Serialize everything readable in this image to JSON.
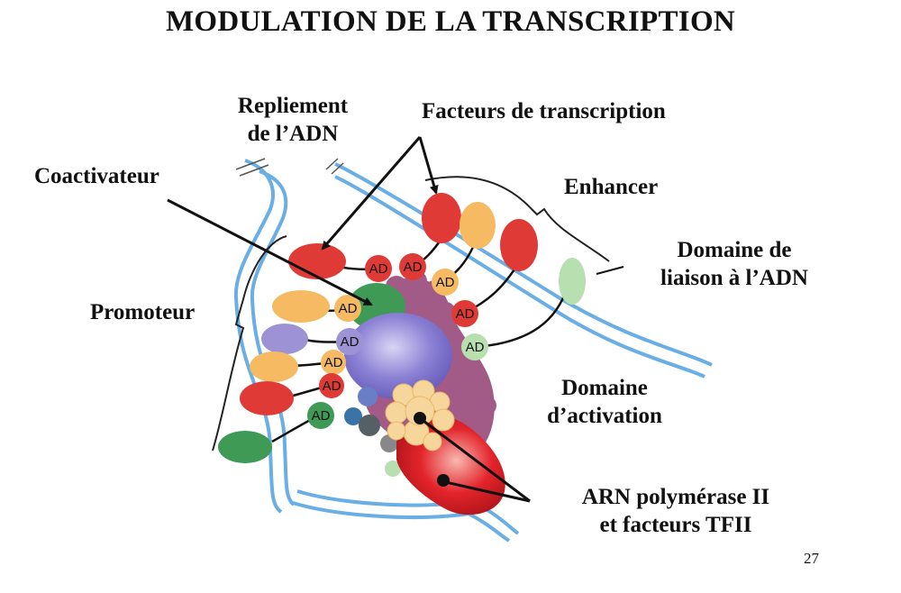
{
  "title": "MODULATION DE LA TRANSCRIPTION",
  "labels": {
    "repliement": [
      "Repliement",
      "de l’ADN"
    ],
    "facteurs": "Facteurs de transcription",
    "coactivateur": "Coactivateur",
    "enhancer": "Enhancer",
    "domaine_liaison": [
      "Domaine de",
      "liaison à l’ADN"
    ],
    "promoteur": "Promoteur",
    "domaine_activation": [
      "Domaine",
      "d’activation"
    ],
    "arn": [
      "ARN polymérase II",
      "et facteurs TFII"
    ]
  },
  "ad_label": "AD",
  "page_number": "27",
  "colors": {
    "dna": "#6aaee6",
    "red": "#e03a37",
    "orange": "#f6bb62",
    "green": "#3f9a55",
    "light_green": "#b7dfb0",
    "lavender": "#9d92d4",
    "purple_core": "#7c72cc",
    "mauve": "#a25a86",
    "polymerase": "#e3242b",
    "tfii": "#f7d69c"
  }
}
